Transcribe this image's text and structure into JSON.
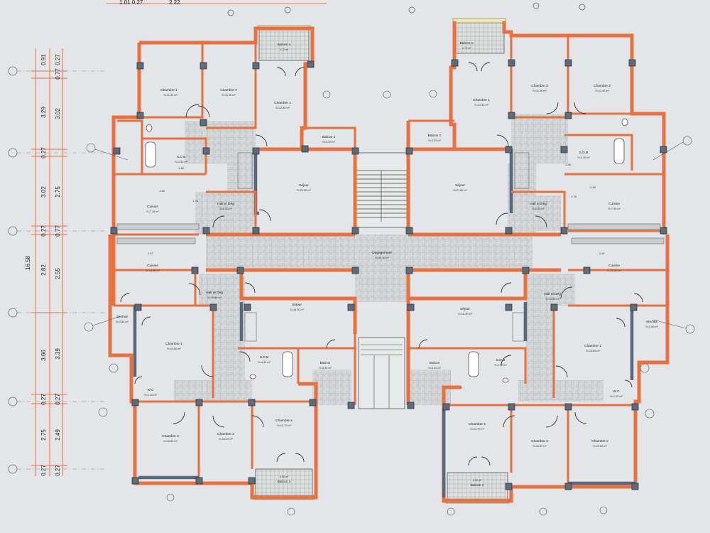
{
  "drawing": {
    "top_dims": [
      "1.01 0.27",
      "2.22"
    ],
    "left_dims_outer": [
      "0.91",
      "3.29",
      "0.27",
      "3.02",
      "0.27",
      "2.82",
      "3.66",
      "0.27",
      "2.75",
      "0.27"
    ],
    "left_dims_inner": [
      "0.27",
      "0.77",
      "3.02",
      "2.75",
      "0.77",
      "2.55",
      "3.39",
      "0.27",
      "2.49",
      "0.27"
    ],
    "left_total": "16.58",
    "rooms": {
      "tl_chambre1": {
        "name": "Chambre 1",
        "area": "S=11.40 m²"
      },
      "tl_chambre2": {
        "name": "Chambre 2",
        "area": "S=11.30 m²"
      },
      "tl_chambre_big": {
        "name": "Chambre 1",
        "area": "S=12.30 m²"
      },
      "tl_balcon": {
        "name": "Balcon 1",
        "area": "4.72 m²"
      },
      "tl_sdb": {
        "name": "S.D.B",
        "area": "S=4.30 m²"
      },
      "tl_sejour": {
        "name": "Séjour",
        "area": "S=21.80 m²"
      },
      "tl_balcon2": {
        "name": "Balcon 2",
        "area": "S=3.20 m²"
      },
      "tl_cuisine": {
        "name": "Cuisine",
        "area": "S=7.40 m²"
      },
      "tl_hall": {
        "name": "Hall et Dég",
        "area": "S=8.60 m²"
      },
      "tr_balcon": {
        "name": "Balcon 1",
        "area": "4.72 m²"
      },
      "tr_chambre_big": {
        "name": "Chambre 1",
        "area": "S=12.30 m²"
      },
      "tr_chambre2": {
        "name": "Chambre 2",
        "area": "S=11.30 m²"
      },
      "tr_chambre3": {
        "name": "Chambre 3",
        "area": "S=11.40 m²"
      },
      "tr_sdb": {
        "name": "S.D.B",
        "area": "S=4.30 m²"
      },
      "tr_balcon2": {
        "name": "Balcon 2",
        "area": "S=3.20 m²"
      },
      "tr_sejour": {
        "name": "Séjour",
        "area": "S=21.80 m²"
      },
      "tr_cuisine": {
        "name": "Cuisine",
        "area": "S=7.40 m²"
      },
      "tr_hall": {
        "name": "Hall et Dég",
        "area": "S=8.60 m²"
      },
      "degagement": {
        "name": "Dégagement",
        "area": "S=40.30 m²"
      },
      "bl_cuisine": {
        "name": "Cuisine",
        "area": "S=13.30 m²"
      },
      "bl_hall": {
        "name": "Hall et Dég",
        "area": "S=10.80 m²"
      },
      "bl_sechoir": {
        "name": "Sechoir",
        "area": "S=2.80 m²"
      },
      "bl_chambre1": {
        "name": "Chambre 1",
        "area": "S=10.80 m²"
      },
      "bl_sejour": {
        "name": "Séjour",
        "area": "S=18.30 m²"
      },
      "bl_sdb": {
        "name": "S.D.B",
        "area": "S=4.30 m²"
      },
      "bl_balcon": {
        "name": "Balcon",
        "area": "S=3.30 m²"
      },
      "bl_wc": {
        "name": "W.C",
        "area": "S=1.20 m²"
      },
      "bl_chambre2": {
        "name": "Chambre 2",
        "area": "S=10.80 m²"
      },
      "bl_chambre3": {
        "name": "Chambre 3",
        "area": "S=10.30 m²"
      },
      "bl_chambre4": {
        "name": "Chambre 4",
        "area": "S=13.70 m²"
      },
      "bl_balcon1": {
        "name": "Balcon 1",
        "area": "4.90 m²"
      },
      "br_cuisine": {
        "name": "Cuisine",
        "area": "S=13.30 m²"
      },
      "br_hall": {
        "name": "Hall et Dég",
        "area": "S=10.80 m²"
      },
      "br_sechoir": {
        "name": "Sechoir",
        "area": "S=2.80 m²"
      },
      "br_chambre1": {
        "name": "Chambre 1",
        "area": "S=10.80 m²"
      },
      "br_sejour": {
        "name": "Séjour",
        "area": "S=18.30 m²"
      },
      "br_sdb": {
        "name": "S.D.B",
        "area": "S=4.30 m²"
      },
      "br_balcon": {
        "name": "Balcon",
        "area": "S=3.30 m²"
      },
      "br_wc": {
        "name": "W.C",
        "area": "S=1.20 m²"
      },
      "br_chambre4": {
        "name": "Chambre 4",
        "area": "S=13.70 m²"
      },
      "br_chambre3": {
        "name": "Chambre 3",
        "area": "S=10.30 m²"
      },
      "br_chambre2": {
        "name": "Chambre 2",
        "area": "S=10.80 m²"
      },
      "br_balcon1": {
        "name": "Balcon 1",
        "area": "4.90 m²"
      }
    },
    "room_dims": {
      "tl_a": "3.45",
      "tl_b": "1.88",
      "tl_c": "2.57",
      "tl_d": "1.78",
      "tr_a": "3.45",
      "tr_b": "1.88",
      "tr_c": "2.57",
      "tr_d": "1.78"
    }
  }
}
